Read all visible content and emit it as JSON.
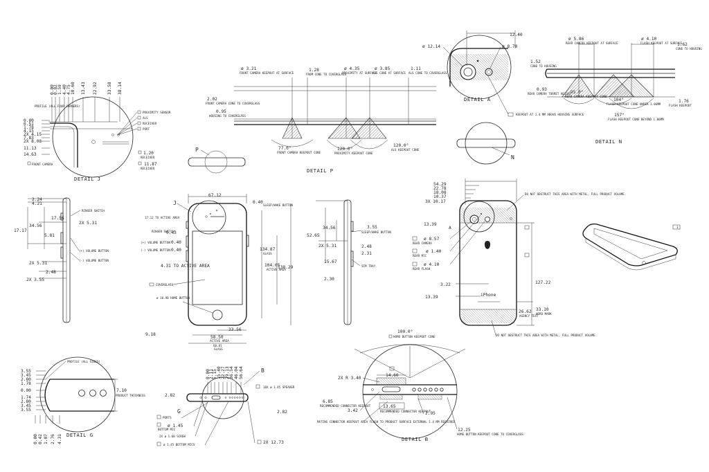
{
  "detail_j": {
    "title": "DETAIL J",
    "top_values": [
      "0.00",
      "0.82",
      "1.59",
      "4.40",
      "4.75",
      "10.60",
      "13.43",
      "22.92",
      "33.58",
      "38.14"
    ],
    "left_values": [
      "0.00",
      "0.51",
      "1.78",
      "4.15",
      "2X 4.15",
      "7.83",
      "2X 8.08",
      "11.13",
      "14.63"
    ],
    "profile_note": "PROFILE (ALL FOUR CORNERS)",
    "front_camera": "FRONT CAMERA",
    "tags": [
      "PROXIMITY SENSOR",
      "ALS",
      "RECEIVER",
      "PORT"
    ],
    "receiver_1": "1.20",
    "receiver_1_label": "RECEIVER",
    "receiver_2": "11.87",
    "receiver_2_label": "RECEIVER"
  },
  "detail_p": {
    "title": "DETAIL P",
    "callout": "P",
    "d1": "ø 3.21",
    "d1_note": "FRONT CAMERA KEEPOUT AT SURFACE",
    "d2": "1.28",
    "d2_note": "FROM CONE TO COVERGLASS",
    "d3": "ø 4.35",
    "d3_note": "PROXIMITY AT SURFACE",
    "d4": "ø 3.85",
    "d4_note": "ALS CONE AT SURFACE",
    "d5": "1.11",
    "d5_note": "ALS CONE TO COVERGLASS",
    "d6": "2.02",
    "d6_note": "FRONT CAMERA CONE TO COVERGLASS",
    "d7": "0.95",
    "d7_note": "HOUSING TO COVERGLASS",
    "a1": "77.0°",
    "a1_note": "FRONT CAMERA KEEPOUT CONE",
    "a2": "120.0°",
    "a2_note": "PROXIMITY KEEPOUT CONE",
    "a3": "120.0°",
    "a3_note": "ALS KEEPOUT CONE"
  },
  "detail_a": {
    "title": "DETAIL A",
    "dim_width": "12.40",
    "dim_outer": "ø 12.14",
    "dim_inner": "ø 8.70",
    "keepout": "KEEPOUT AT 1.4 MM ABOVE HOUSING SURFACE",
    "callout_n": "N"
  },
  "detail_n": {
    "title": "DETAIL N",
    "d1": "ø 5.86",
    "d1_note": "REAR CAMERA KEEPOUT AT SURFACE",
    "d2": "ø 4.10",
    "d2_note": "FLASH KEEPOUT AT SURFACE",
    "d3": "1.62",
    "d3_note": "CONE TO HOUSING",
    "d4": "1.52",
    "d4_note": "CONE TO HOUSING",
    "d5": "0.93",
    "d5_note": "REAR CAMERA TURRET HEIGHT",
    "d6": "1.76",
    "d6_note": "FLASH KEEPOUT",
    "a1": "95.0°",
    "a1_note": "REAR CAMERA KEEPOUT CONE",
    "a2": "104°",
    "a2_note": "FLASH KEEPOUT CONE UNDER 1.06MM",
    "a3": "157°",
    "a3_note": "FLASH KEEPOUT CONE BEYOND 1.06MM"
  },
  "left_side": {
    "d1": "2.24",
    "d2": "4.21",
    "d3": "17.56",
    "d4": "17.17",
    "d5": "34.56",
    "d6": "5.81",
    "d7": "2X 5.31",
    "d8": "2X 5.31",
    "d9": "2.48",
    "d10": "2X 3.55",
    "ringer": "RINGER SWITCH",
    "vol_up": "(+) VOLUME BUTTON",
    "vol_down": "(-) VOLUME BUTTON"
  },
  "front_view": {
    "top_dim": "67.12",
    "sleep": "0.40",
    "sleep_note": "SLEEP/WAKE BUTTON",
    "callout_j": "J",
    "note1": "17.12 TO ACTIVE AREA",
    "ringer": "0.43",
    "ringer_note": "RINGER SWITCH",
    "vol_up": "0.40",
    "vol_up_note": "(+) VOLUME BUTTON",
    "vol_down": "0.40",
    "vol_down_note": "(-) VOLUME BUTTON",
    "active_h": "104.05",
    "active_h_note": "ACTIVE AREA",
    "glass_h": "134.87",
    "glass_h_note": "GLASS",
    "total_h": "138.29",
    "left_note": "4.31 TO ACTIVE AREA",
    "coverglass": "COVERGLASS",
    "home": "ø 10.90 HOME BUTTON",
    "d_right": "33.56",
    "d_left": "9.18",
    "active_w": "58.50",
    "active_w_note": "ACTIVE AREA",
    "glass_w": "60.81",
    "glass_w_note": "GLASS"
  },
  "right_side": {
    "d1": "34.56",
    "d2": "52.65",
    "d3": "3.55",
    "d3_note": "SLEEP/WAKE BUTTON",
    "d4": "2X 5.31",
    "d5": "2.48",
    "d6": "2.31",
    "d7": "15.67",
    "d7_note": "SIM TRAY",
    "d8": "2.30"
  },
  "rear_view": {
    "top_dims": [
      "54.29",
      "22.78",
      "18.08",
      "10.37",
      "3X 10.17"
    ],
    "d_13": "13.39",
    "callout_a": "A",
    "rear_camera_dim": "ø 8.57",
    "rear_camera": "REAR CAMERA",
    "rear_mic_dim": "ø 1.40",
    "rear_mic": "REAR MIC",
    "rear_flash_dim": "ø 4.10",
    "rear_flash": "REAR FLASH",
    "note_top": "DO NOT OBSTRUCT THIS AREA WITH METAL, FULL PRODUCT VOLUME.",
    "note_bottom": "DO NOT OBSTRUCT THIS AREA WITH METAL, FULL PRODUCT VOLUME.",
    "d_322": "3.22",
    "d_1339b": "13.39",
    "model": "iPhone",
    "agency": "26.62",
    "agency_note": "AGENCY TEXT",
    "word_mark": "33.10",
    "word_mark_note": "WORD MARK",
    "total": "127.22",
    "iso_tag": "3"
  },
  "detail_g": {
    "title": "DETAIL G",
    "left_values": [
      "3.55",
      "3.45",
      "2.80",
      "1.78",
      "0.00",
      "1.74",
      "2.80",
      "3.45",
      "3.55"
    ],
    "bottom_values": [
      "0.00",
      "0.42",
      "1.07",
      "2.76",
      "4.31"
    ],
    "profile_note": "PROFILE (ALL SIDES)",
    "thickness": "7.10",
    "thickness_note": "PRODUCT THICKNESS"
  },
  "bottom_view": {
    "top_values": [
      "0.00",
      "2.11",
      "5.15",
      "15.40",
      "22.27",
      "29.13",
      "36.54",
      "46.04",
      "56.64"
    ],
    "d_282": "2.82",
    "d_282b": "2.82",
    "callout_g": "G",
    "callout_b": "B",
    "speaker": "10X ø 1.45 SPEAKER",
    "ports": "PORTS",
    "bottom_mic_dim": "ø 1.45",
    "bottom_mic": "BOTTOM MIC",
    "screw": "2X ø 1.60 SCREW",
    "mic2": "ø 1.45 BOTTOM MICS",
    "bottom_dim": "2X 12.73"
  },
  "detail_b": {
    "title": "DETAIL B",
    "angle": "100.0°",
    "angle_note": "HOME BUTTON KEEPOUT CONE",
    "radius": "2X R 3.40",
    "width": "14.60",
    "d_685": "6.85",
    "d_685_note": "RECOMMENDED CONNECTOR KEEPOUT",
    "d_342": "3.42",
    "d_1365": "13.65",
    "d_1365_note": "RECOMMENDED CONNECTOR KEEPOUT",
    "d_295": "2.95",
    "mating": "MATING CONNECTOR KEEPOUT AREA FLUSH TO PRODUCT SURFACE EXTERNAL 1.4 MM REQUIRED",
    "home_keepout": "12.25",
    "home_keepout_note": "HOME BUTTON KEEPOUT CONE TO COVERGLASS"
  }
}
